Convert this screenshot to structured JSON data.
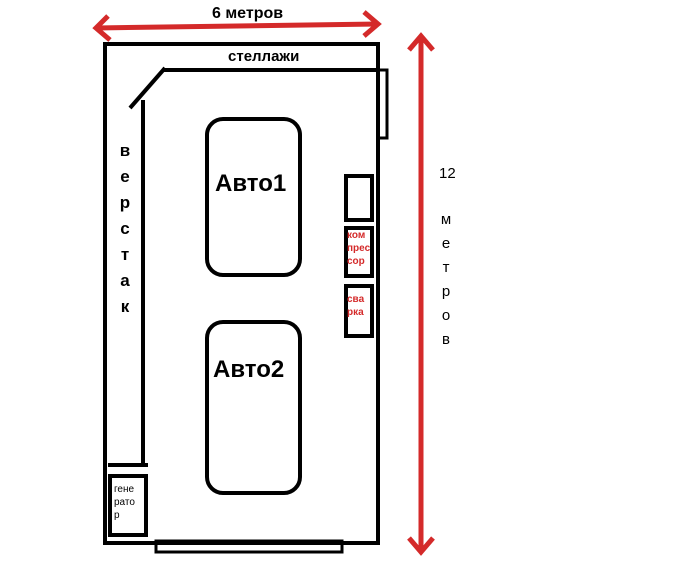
{
  "width_label": "6 метров",
  "length_number": "12",
  "length_word": "метров",
  "shelves_label": "стеллажи",
  "workbench_label": "верстак",
  "car1_label": "Авто1",
  "car2_label": "Авто2",
  "compressor_label": "компрессор",
  "compressor_lines": [
    "ком",
    "прес",
    "сор"
  ],
  "welding_label": "сварка",
  "welding_lines": [
    "сва",
    "рка"
  ],
  "generator_label": "генератор",
  "generator_lines": [
    "гене",
    "рато",
    "р"
  ],
  "colors": {
    "arrow": "#d42a2a",
    "lines": "#000000",
    "background": "#ffffff"
  }
}
